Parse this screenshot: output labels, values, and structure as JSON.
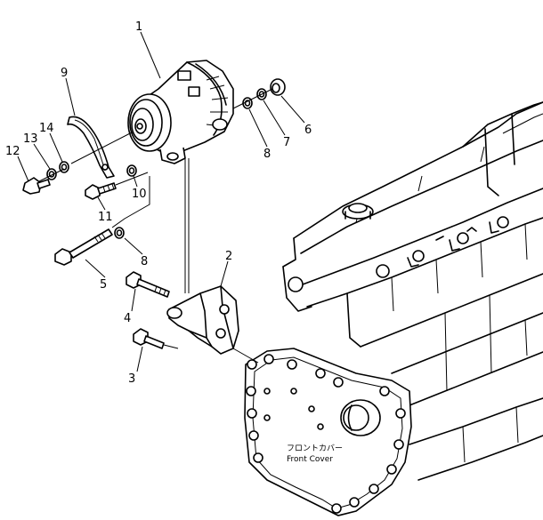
{
  "callouts": {
    "c1": "1",
    "c2": "2",
    "c3": "3",
    "c4": "4",
    "c5": "5",
    "c6": "6",
    "c7": "7",
    "c8a": "8",
    "c8b": "8",
    "c9": "9",
    "c10": "10",
    "c11": "11",
    "c12": "12",
    "c13": "13",
    "c14": "14"
  },
  "front_cover": {
    "label_jp": "フロントカバー",
    "label_en": "Front Cover"
  }
}
